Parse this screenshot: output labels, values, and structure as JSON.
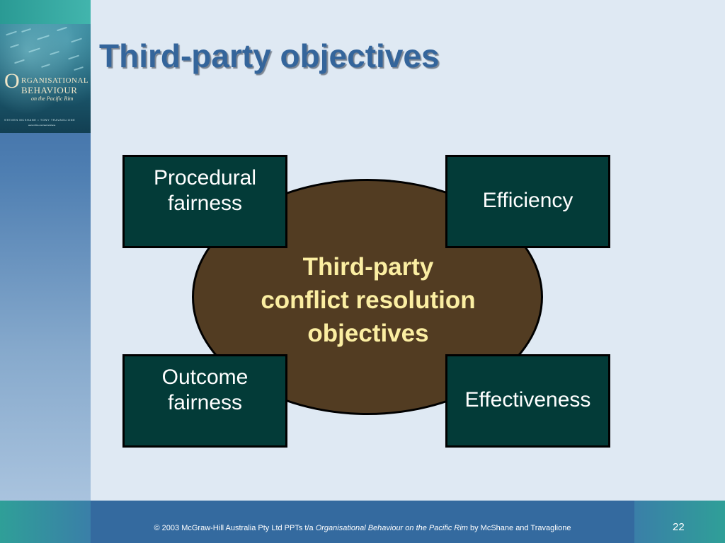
{
  "slide": {
    "title": "Third-party objectives",
    "page_number": "22"
  },
  "book": {
    "logo_letter": "O",
    "title_line1": "RGANISATIONAL",
    "title_line2": "BEHAVIOUR",
    "title_line3": "on the Pacific Rim",
    "authors": "STEVEN MCSHANE • TONY TRAVAGLIONE",
    "website": "www.mhhe.com/au/mcshane"
  },
  "diagram": {
    "center_label": "Third-party conflict resolution objectives",
    "center_lines": [
      "Third-party",
      "conflict resolution",
      "objectives"
    ],
    "boxes": {
      "top_left": [
        "Procedural",
        "fairness"
      ],
      "top_right": [
        "Efficiency"
      ],
      "bottom_left": [
        "Outcome",
        "fairness"
      ],
      "bottom_right": [
        "Effectiveness"
      ]
    },
    "colors": {
      "ellipse_fill": "#523c22",
      "box_fill": "#033b38",
      "center_text": "#fbeea2",
      "title": "#34659b"
    }
  },
  "footer": {
    "copyright_prefix": "© 2003 McGraw-Hill Australia Pty Ltd PPTs t/a ",
    "book_name": "Organisational Behaviour on the Pacific Rim",
    "copyright_suffix": " by McShane and Travaglione"
  }
}
